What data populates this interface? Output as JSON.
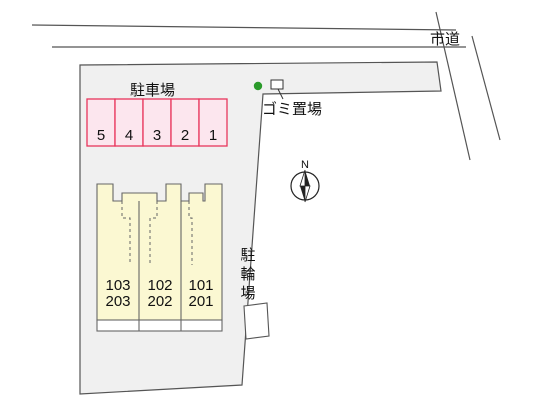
{
  "labels": {
    "road": "市道",
    "parking": "駐車場",
    "garbage": "ゴミ置場",
    "bicycle_chars": [
      "駐",
      "輪",
      "場"
    ],
    "north": "N"
  },
  "parking_spaces": [
    "5",
    "4",
    "3",
    "2",
    "1"
  ],
  "units": [
    {
      "upper": "103",
      "lower": "203"
    },
    {
      "upper": "102",
      "lower": "202"
    },
    {
      "upper": "101",
      "lower": "201"
    }
  ],
  "colors": {
    "lot_fill": "#f0f0f0",
    "parking_border": "#e8365c",
    "parking_fill": "#fce6ee",
    "building_fill": "#fbf8d2",
    "garbage_dot": "#2a9a2a"
  }
}
